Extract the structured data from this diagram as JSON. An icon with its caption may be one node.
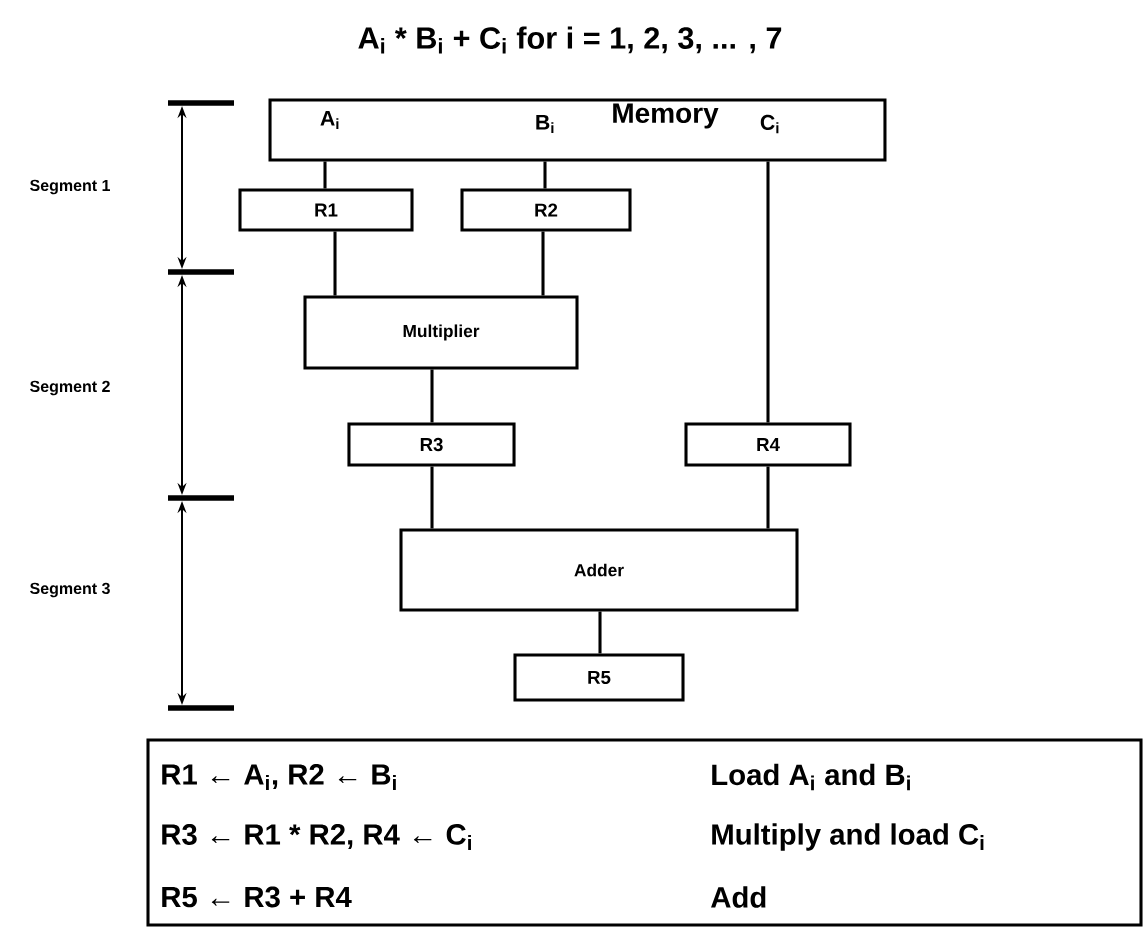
{
  "diagram": {
    "title": "A$_{i}$ * B$_{i}$ + C$_{i}$    for i = 1, 2, 3, ... , 7",
    "nodes": [
      {
        "text": [
          "A$_{i}$",
          "B$_{i}$",
          "Memory",
          "C$_{i}$"
        ]
      },
      {
        "text": [
          "R1"
        ]
      },
      {
        "text": [
          "R2"
        ]
      },
      {
        "text": [
          "Multiplier"
        ]
      },
      {
        "text": [
          "R3"
        ]
      },
      {
        "text": [
          "R4"
        ]
      },
      {
        "text": [
          "Adder"
        ]
      },
      {
        "text": [
          "R5"
        ]
      }
    ],
    "edges": [
      {
        "from": 0,
        "to": 1,
        "arrow": "none"
      },
      {
        "from": 0,
        "to": 2,
        "arrow": "none"
      },
      {
        "from": 0,
        "to": 5,
        "arrow": "none"
      },
      {
        "from": 1,
        "to": 3,
        "arrow": "none"
      },
      {
        "from": 2,
        "to": 3,
        "arrow": "none"
      },
      {
        "from": 3,
        "to": 4,
        "arrow": "none"
      },
      {
        "from": 4,
        "to": 6,
        "arrow": "none"
      },
      {
        "from": 5,
        "to": 6,
        "arrow": "none"
      },
      {
        "from": 6,
        "to": 7,
        "arrow": "none"
      }
    ],
    "labels": [
      "Segment 1",
      "Segment 2",
      "Segment 3",
      "R1 ← A$_{i}$,  R2 ← B$_{i}$",
      "Load A$_{i}$ and B$_{i}$",
      "R3 ← R1 * R2,  R4 ← C$_{i}$",
      "Multiply and load C$_{i}$",
      "R5 ← R3 + R4",
      "Add"
    ]
  }
}
